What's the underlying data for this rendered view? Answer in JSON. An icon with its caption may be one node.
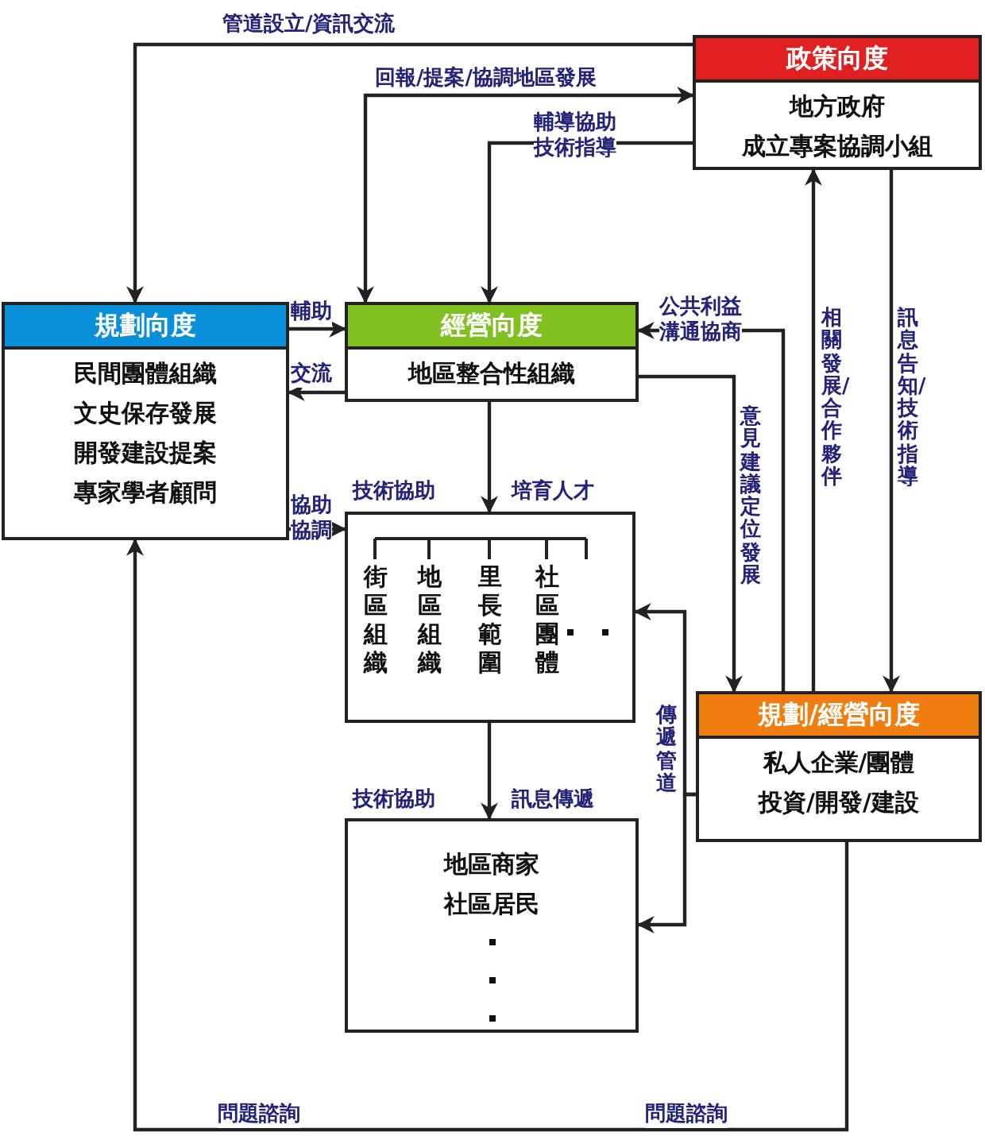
{
  "diagram": {
    "nodes": [
      {
        "text": [
          "政策向度",
          "地方政府",
          "成立專案協調小組"
        ]
      },
      {
        "text": [
          "規劃向度",
          "民間團體組織",
          "文史保存發展",
          "開發建設提案",
          "專家學者顧問"
        ]
      },
      {
        "text": [
          "經營向度",
          "地區整合性組織"
        ]
      },
      {
        "text": [
          "街區組織",
          "地區組織",
          "里長範圍",
          "社區團體"
        ]
      },
      {
        "text": [
          "規劃/經營向度",
          "私人企業/團體",
          "投資/開發/建設"
        ]
      },
      {
        "text": [
          "地區商家",
          "社區居民"
        ]
      }
    ],
    "edges": [
      {
        "from": 0,
        "to": 1,
        "arrow": "to",
        "label": "管道設立/資訊交流"
      },
      {
        "from": 2,
        "to": 0,
        "arrow": "both",
        "label": "回報/提案/協調地區發展"
      },
      {
        "from": 0,
        "to": 2,
        "arrow": "to",
        "label": "輔導協助技術指導"
      },
      {
        "from": 1,
        "to": 2,
        "arrow": "to",
        "label": "輔助"
      },
      {
        "from": 2,
        "to": 1,
        "arrow": "to",
        "label": "交流"
      },
      {
        "from": 1,
        "to": 3,
        "arrow": "to",
        "label": "協助協調"
      },
      {
        "from": 2,
        "to": 3,
        "arrow": "to",
        "label": "技術協助"
      },
      {
        "from": 3,
        "to": 5,
        "arrow": "to",
        "label": "技術協助"
      },
      {
        "from": 4,
        "to": 2,
        "arrow": "to",
        "label": "公共利益溝通協商"
      },
      {
        "from": 2,
        "to": 4,
        "arrow": "to",
        "label": "意見建議定位發展"
      },
      {
        "from": 4,
        "to": 0,
        "arrow": "to",
        "label": "相關發展/合作夥伴"
      },
      {
        "from": 0,
        "to": 4,
        "arrow": "to",
        "label": "訊息告知/技術指導"
      },
      {
        "from": 4,
        "to": 3,
        "arrow": "to",
        "label": "傳遞管道"
      },
      {
        "from": 4,
        "to": 5,
        "arrow": "to"
      },
      {
        "from": 4,
        "to": 1,
        "arrow": "to",
        "label": "問題諮詢"
      }
    ],
    "labels": [
      "培育人才",
      "訊息傳遞",
      "問題諮詢"
    ]
  }
}
